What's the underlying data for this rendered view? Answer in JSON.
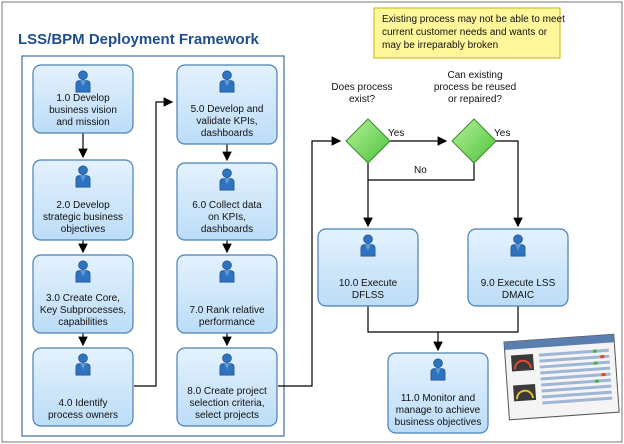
{
  "title": "LSS/BPM Deployment Framework",
  "callout": {
    "lines": [
      "Existing process may not be able to meet",
      "current customer needs and wants or",
      "may be irreparably broken"
    ]
  },
  "processes": [
    {
      "id": "p1",
      "lines": [
        "1.0 Develop",
        "business vision",
        "and mission"
      ]
    },
    {
      "id": "p2",
      "lines": [
        "2.0 Develop",
        "strategic business",
        "objectives"
      ]
    },
    {
      "id": "p3",
      "lines": [
        "3.0 Create Core,",
        "Key Subprocesses,",
        "capabilities"
      ]
    },
    {
      "id": "p4",
      "lines": [
        "4.0 Identify",
        "process owners"
      ]
    },
    {
      "id": "p5",
      "lines": [
        "5.0 Develop and",
        "validate KPIs,",
        "dashboards"
      ]
    },
    {
      "id": "p6",
      "lines": [
        "6.0 Collect data",
        "on KPIs,",
        "dashboards"
      ]
    },
    {
      "id": "p7",
      "lines": [
        "7.0 Rank relative",
        "performance"
      ]
    },
    {
      "id": "p8",
      "lines": [
        "8.0 Create project",
        "selection criteria,",
        "select projects"
      ]
    },
    {
      "id": "p10",
      "lines": [
        "10.0 Execute",
        "DFLSS"
      ]
    },
    {
      "id": "p9",
      "lines": [
        "9.0 Execute LSS",
        "DMAIC"
      ]
    },
    {
      "id": "p11",
      "lines": [
        "11.0 Monitor and",
        "manage to achieve",
        "business objectives"
      ]
    }
  ],
  "decisions": [
    {
      "id": "d1",
      "question_lines": [
        "Does process",
        "exist?"
      ]
    },
    {
      "id": "d2",
      "question_lines": [
        "Can existing",
        "process be reused",
        "or repaired?"
      ]
    }
  ],
  "edge_labels": {
    "yes1": "Yes",
    "yes2": "Yes",
    "no": "No"
  },
  "colors": {
    "title": "#1f4e8c",
    "box_fill": "#cfe6fb",
    "box_stroke": "#4a7fb5",
    "panel_stroke": "#3f6f9f",
    "diamond_fill": "#7fdc5a",
    "diamond_stroke": "#3b8a2c",
    "callout_fill": "#fff79a",
    "callout_stroke": "#c8b400",
    "person": "#2f73c0"
  }
}
